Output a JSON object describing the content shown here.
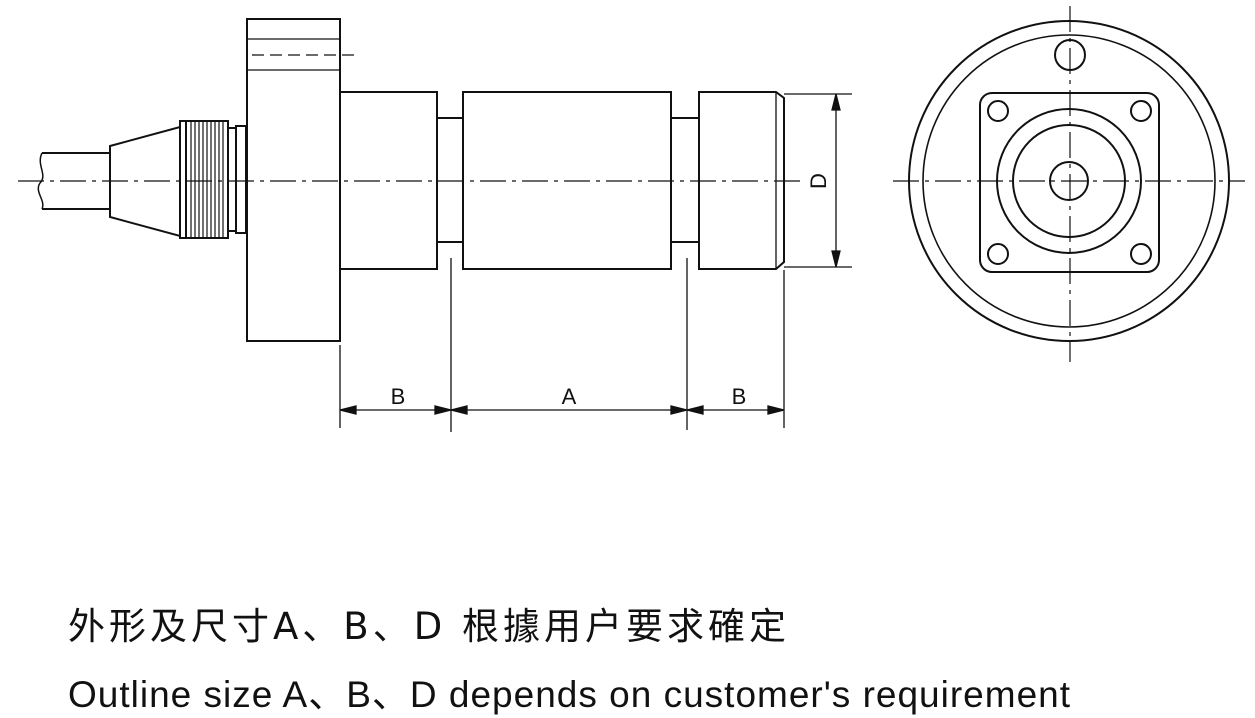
{
  "labels": {
    "dim_b_left": "B",
    "dim_a": "A",
    "dim_b_right": "B",
    "dim_d": "D"
  },
  "caption": {
    "chinese": "外形及尺寸A、B、D 根據用户要求確定",
    "english": "Outline size A、B、D  depends on customer's requirement"
  }
}
